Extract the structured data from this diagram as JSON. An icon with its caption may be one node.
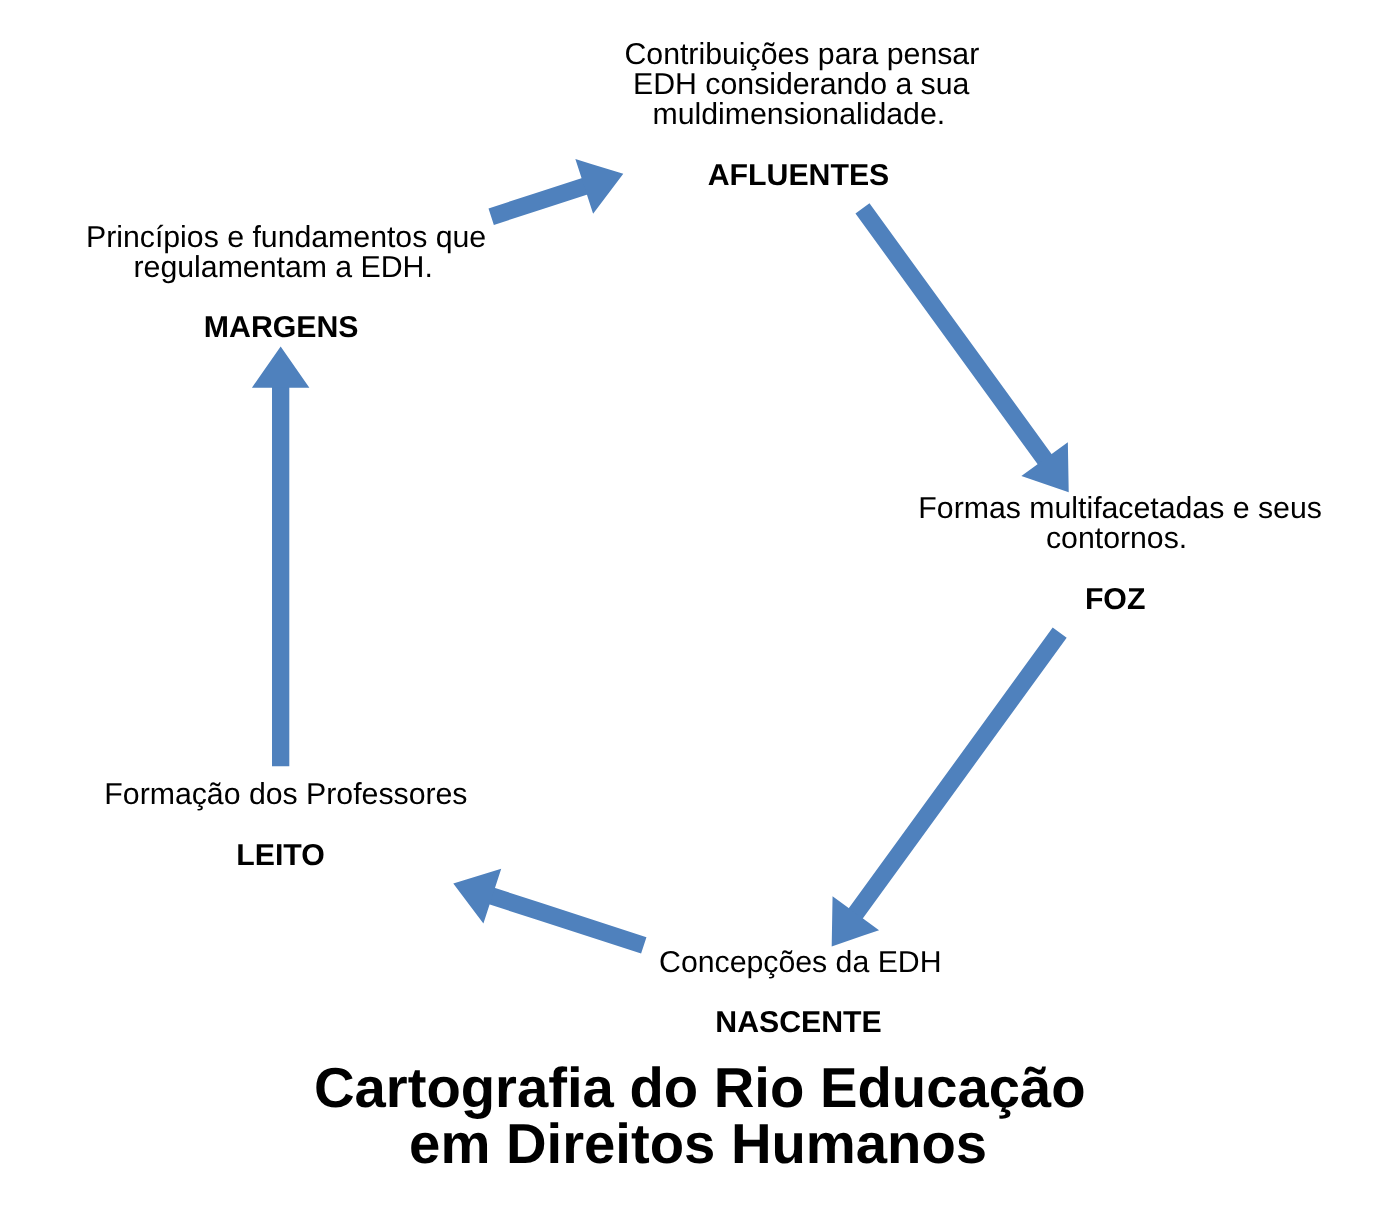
{
  "diagram": {
    "title": "Cartografia do Rio Educação em Direitos Humanos",
    "nodes": [
      {
        "text": [
          "Concepções da EDH",
          "NASCENTE"
        ]
      },
      {
        "text": [
          "Formação dos Professores",
          "LEITO"
        ]
      },
      {
        "text": [
          "Princípios e fundamentos que regulamentam a EDH.",
          "MARGENS"
        ]
      },
      {
        "text": [
          "Contribuições para pensar EDH considerando a sua muldimensionalidade.",
          "AFLUENTES"
        ]
      },
      {
        "text": [
          "Formas multifacetadas e seus contornos.",
          "FOZ"
        ]
      }
    ],
    "edges": [
      {
        "from": 0,
        "to": 1,
        "arrow": "to"
      },
      {
        "from": 1,
        "to": 2,
        "arrow": "to"
      },
      {
        "from": 2,
        "to": 3,
        "arrow": "to"
      },
      {
        "from": 3,
        "to": 4,
        "arrow": "to"
      },
      {
        "from": 4,
        "to": 0,
        "arrow": "to"
      }
    ]
  }
}
